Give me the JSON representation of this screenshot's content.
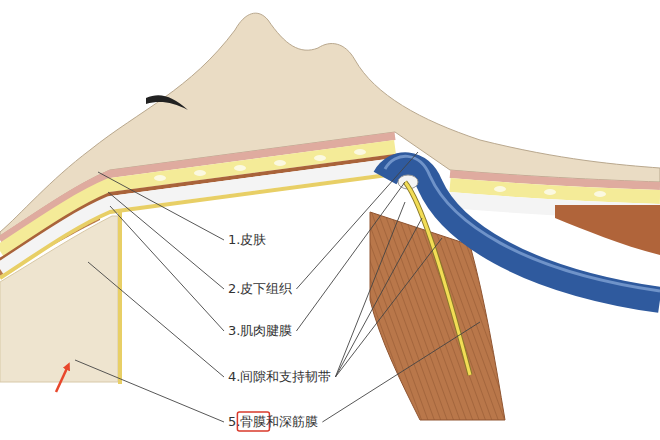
{
  "diagram": {
    "labels": [
      "1.皮肤",
      "2.皮下组织",
      "3.肌肉腱膜",
      "4.间隙和支持韧带",
      "5.骨膜和深筋膜"
    ]
  }
}
